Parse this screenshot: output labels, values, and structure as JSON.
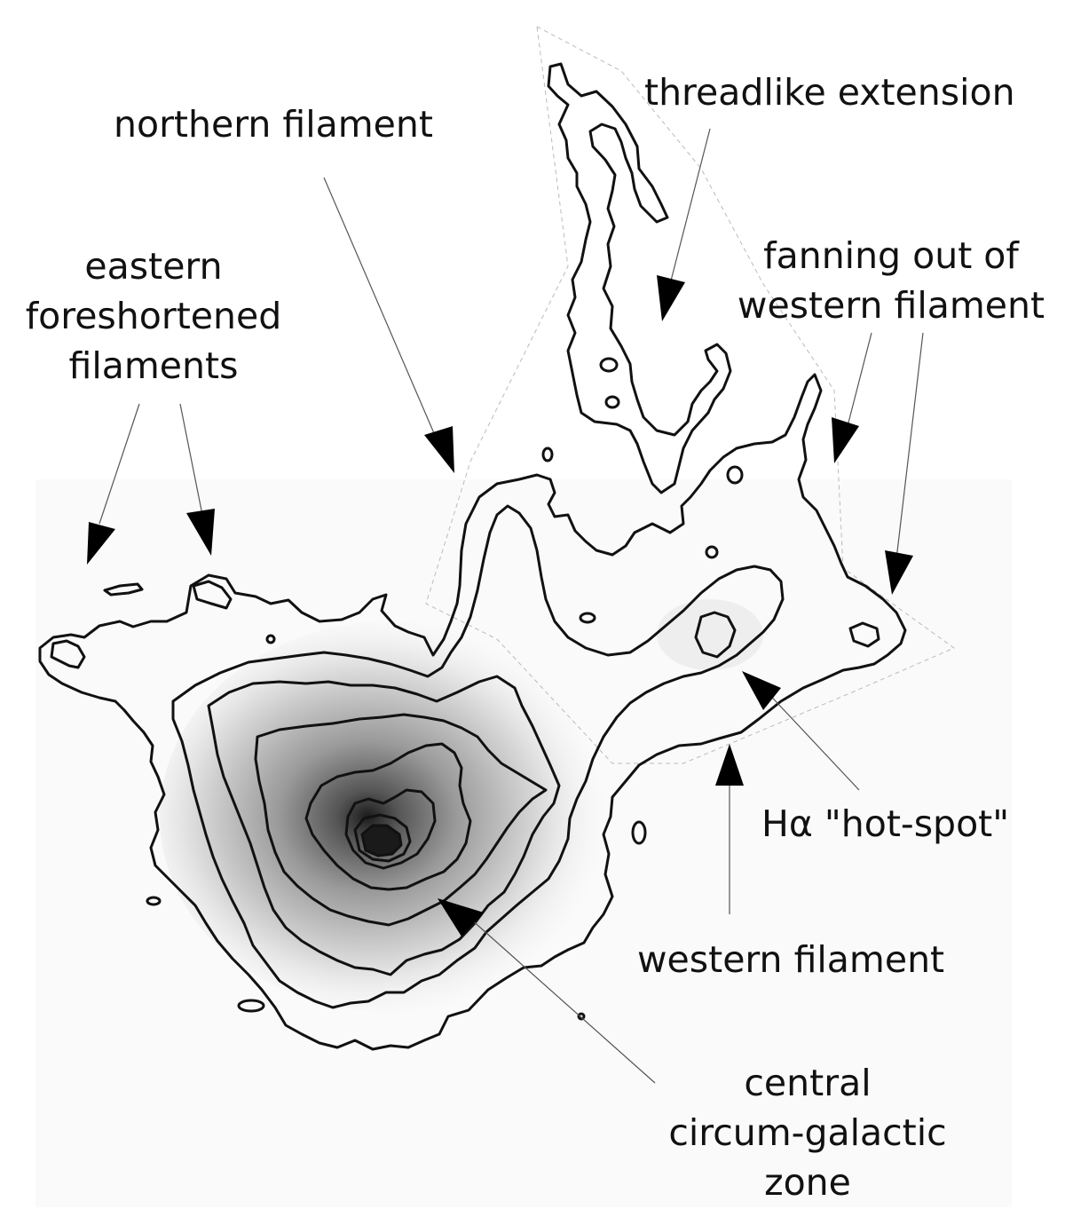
{
  "labels": {
    "threadlike": "threadlike extension",
    "northern": "northern filament",
    "eastern": [
      "eastern",
      "foreshortened",
      "filaments"
    ],
    "fanning": [
      "fanning out of",
      "western filament"
    ],
    "hotspot": "Hα \"hot-spot\"",
    "western": "western filament",
    "central": [
      "central",
      "circum-galactic",
      "zone"
    ]
  },
  "colors": {
    "contour": "#111111",
    "leader_line": "#555555",
    "arrowhead": "#000000",
    "footprint": "#bbbbbb",
    "core": "#1a1a1a"
  }
}
